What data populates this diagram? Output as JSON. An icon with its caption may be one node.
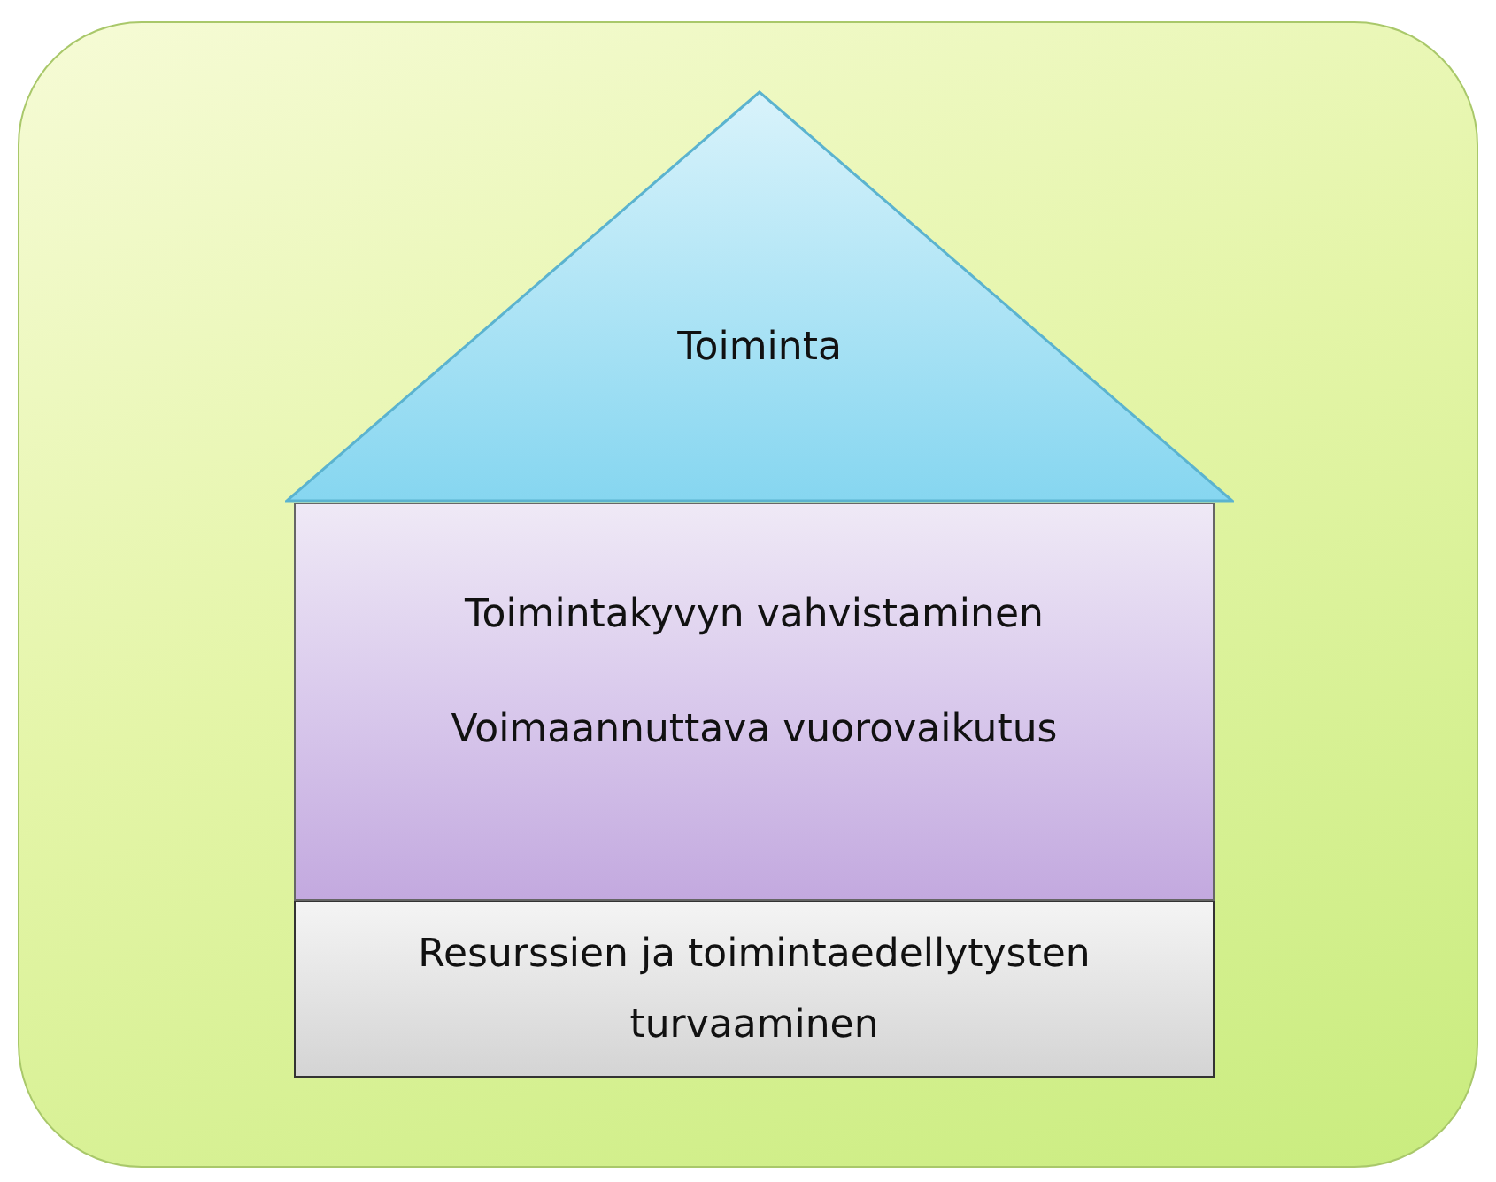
{
  "diagram": {
    "nodes": [
      {
        "text": [],
        "shape": "box"
      },
      {
        "text": [
          "Toiminta"
        ],
        "in": 0
      },
      {
        "text": [
          "Toimintakyvyn vahvistaminen",
          "Voimaannuttava vuorovaikutus"
        ],
        "in": 0
      },
      {
        "text": [
          "Resurssien ja toimintaedellytysten turvaaminen"
        ],
        "in": 0
      }
    ]
  }
}
